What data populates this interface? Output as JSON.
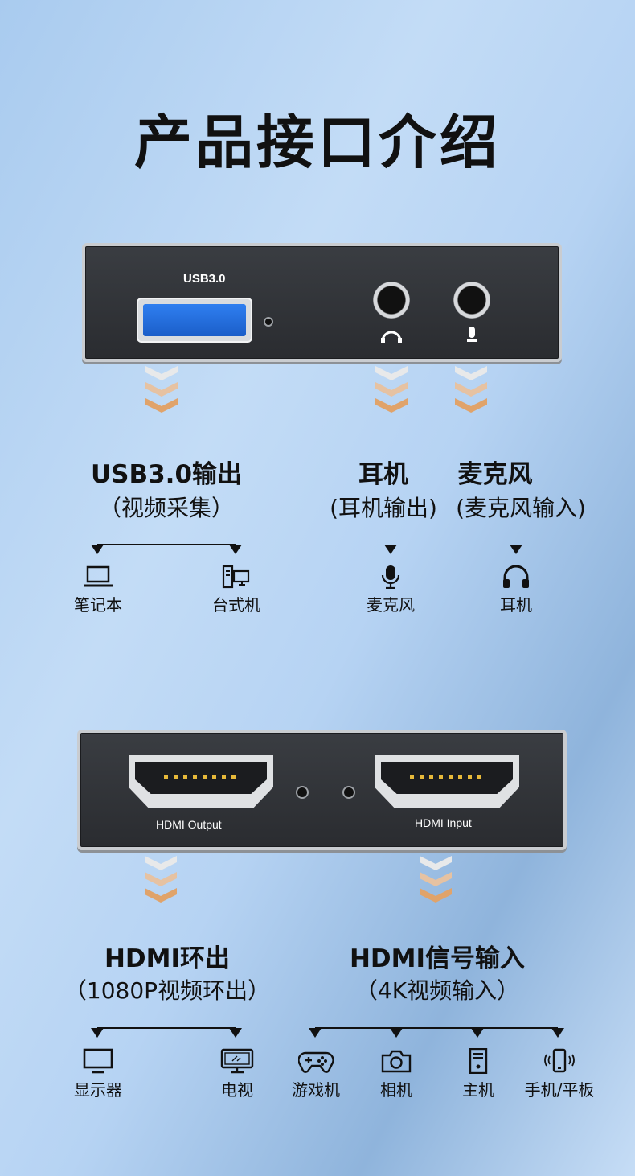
{
  "title": "产品接口介绍",
  "panel1": {
    "usb_label": "USB3.0"
  },
  "usb_section": {
    "title": "USB3.0输出",
    "subtitle": "（视频采集）",
    "devices": [
      {
        "label": "笔记本",
        "icon": "laptop-icon"
      },
      {
        "label": "台式机",
        "icon": "desktop-icon"
      }
    ]
  },
  "headphone_section": {
    "title": "耳机",
    "subtitle": "(耳机输出)",
    "devices": [
      {
        "label": "麦克风",
        "icon": "microphone-icon"
      }
    ]
  },
  "mic_section": {
    "title": "麦克风",
    "subtitle": "(麦克风输入)",
    "devices": [
      {
        "label": "耳机",
        "icon": "headphones-icon"
      }
    ]
  },
  "panel2": {
    "hdmi_out_label": "HDMI Output",
    "hdmi_in_label": "HDMI Input"
  },
  "hdmi_out_section": {
    "title": "HDMI环出",
    "subtitle": "（1080P视频环出）",
    "devices": [
      {
        "label": "显示器",
        "icon": "monitor-icon"
      },
      {
        "label": "电视",
        "icon": "tv-icon"
      }
    ]
  },
  "hdmi_in_section": {
    "title": "HDMI信号输入",
    "subtitle": "（4K视频输入）",
    "devices": [
      {
        "label": "游戏机",
        "icon": "gamepad-icon"
      },
      {
        "label": "相机",
        "icon": "camera-icon"
      },
      {
        "label": "主机",
        "icon": "pc-tower-icon"
      },
      {
        "label": "手机/平板",
        "icon": "phone-icon"
      }
    ]
  },
  "colors": {
    "usb_blue": "#2f7ff0",
    "chevron_orange": "#e0a36a",
    "panel_dark": "#2f3135"
  }
}
